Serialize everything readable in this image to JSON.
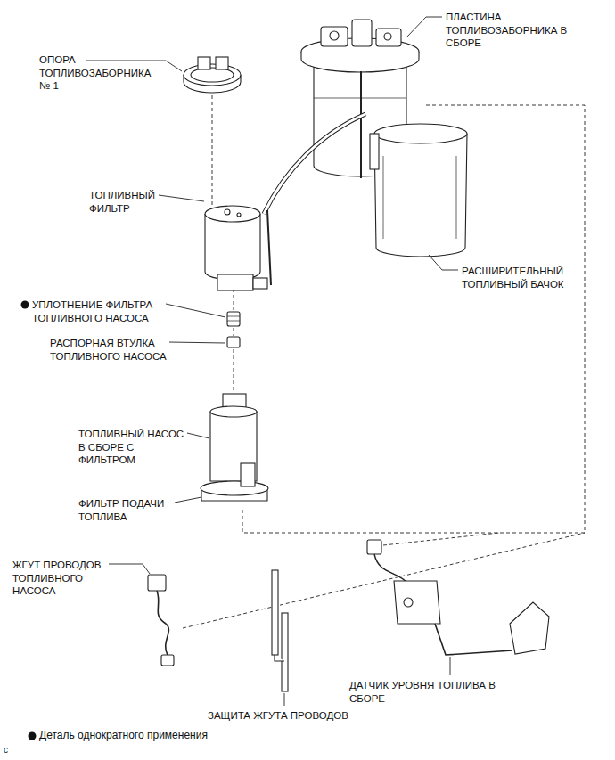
{
  "diagram": {
    "labels": [
      "ОПОРА ТОПЛИВОЗАБОРНИКА № 1",
      "ПЛАСТИНА ТОПЛИВОЗАБОРНИКА В СБОРЕ",
      "ТОПЛИВНЫЙ ФИЛЬТР",
      "РАСШИРИТЕЛЬНЫЙ ТОПЛИВНЫЙ БАЧОК",
      "УПЛОТНЕНИЕ ФИЛЬТРА ТОПЛИВНОГО НАСОСА",
      "РАСПОРНАЯ ВТУЛКА ТОПЛИВНОГО НАСОСА",
      "ТОПЛИВНЫЙ НАСОС В СБОРЕ С ФИЛЬТРОМ",
      "ФИЛЬТР ПОДАЧИ ТОПЛИВА",
      "ЖГУТ ПРОВОДОВ ТОПЛИВНОГО НАСОСА",
      "ДАТЧИК УРОВНЯ ТОПЛИВА В СБОРЕ",
      "ЗАЩИТА ЖГУТА ПРОВОДОВ",
      "c"
    ],
    "legend": [
      {
        "text": "Деталь однократного применения"
      }
    ]
  }
}
